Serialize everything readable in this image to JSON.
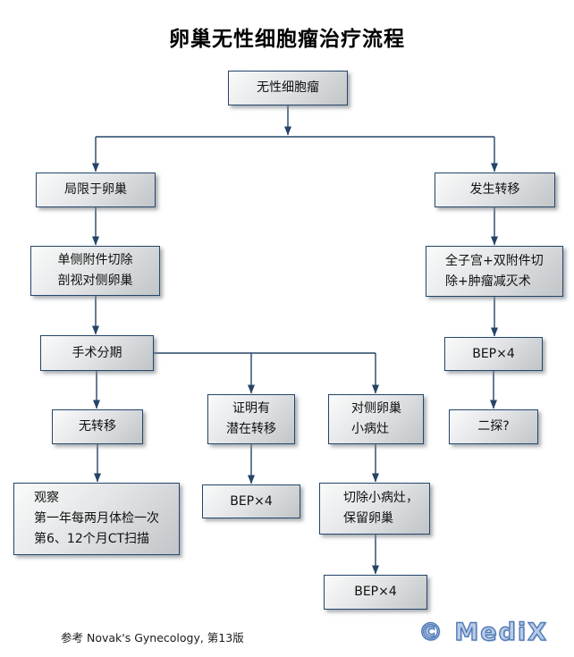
{
  "title": "卵巢无性细胞瘤治疗流程",
  "colors": {
    "box_border": "#24466b",
    "connector_line": "#254467",
    "box_fill_light": "#fafbfb",
    "box_fill_dark": "#c1c5c8",
    "logo_blue": "#4f7ab8"
  },
  "nodes": {
    "dysgerminoma": {
      "lines": [
        "无性细胞瘤"
      ]
    },
    "confined_to_ovary": {
      "lines": [
        "局限于卵巢"
      ]
    },
    "metastasis_present": {
      "lines": [
        "发生转移"
      ]
    },
    "unilateral_adnexectomy": {
      "lines": [
        "单侧附件切除",
        "剖视对侧卵巢"
      ]
    },
    "hysterectomy_debulking": {
      "lines": [
        "全子宫+双附件切",
        "除+肿瘤减灭术"
      ]
    },
    "surgical_staging": {
      "lines": [
        "手术分期"
      ]
    },
    "no_metastasis": {
      "lines": [
        "无转移"
      ]
    },
    "occult_metastasis": {
      "lines": [
        "证明有",
        "潜在转移"
      ]
    },
    "contralateral_small_lesion": {
      "lines": [
        "对侧卵巢",
        "小病灶"
      ]
    },
    "bep_right": {
      "lines": [
        "BEP×4"
      ]
    },
    "second_look": {
      "lines": [
        "二探?"
      ]
    },
    "observation": {
      "lines": [
        "观察",
        "第一年每两月体检一次",
        "第6、12个月CT扫描"
      ]
    },
    "bep_mid": {
      "lines": [
        "BEP×4"
      ]
    },
    "excise_lesion": {
      "lines": [
        "切除小病灶，",
        "保留卵巢"
      ]
    },
    "bep_lower": {
      "lines": [
        "BEP×4"
      ]
    }
  },
  "footer": {
    "reference": "参考  Novak's Gynecology, 第13版",
    "logo": "© MediX"
  }
}
